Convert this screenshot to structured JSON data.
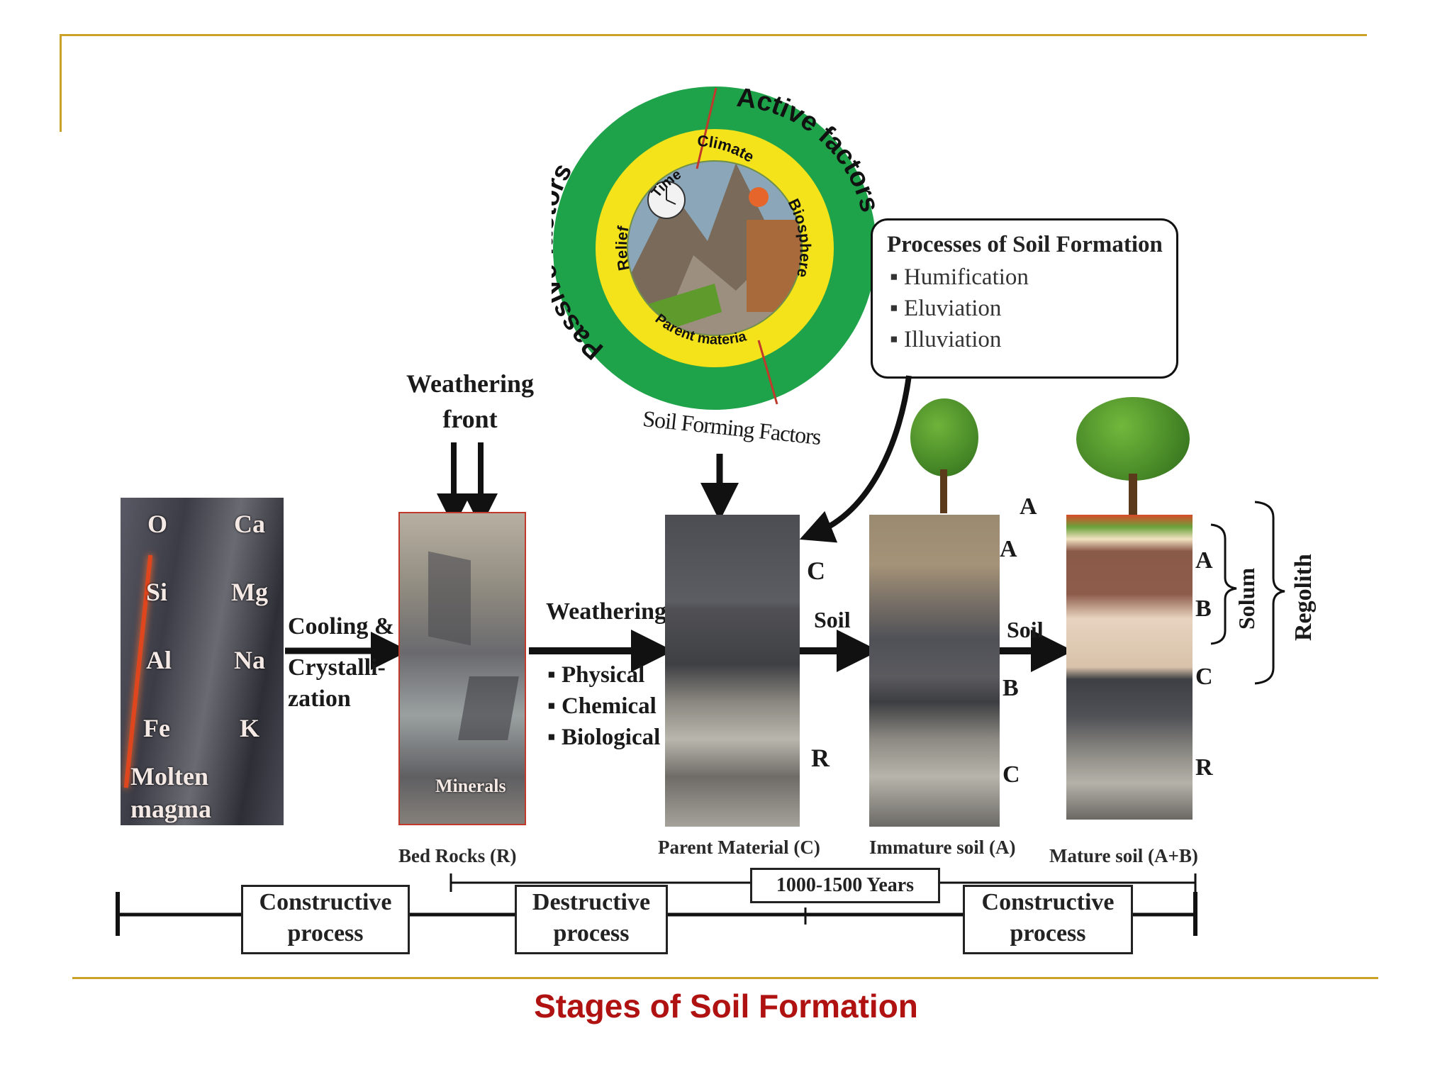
{
  "caption": "Stages of Soil Formation",
  "colors": {
    "frame_line": "#c9a227",
    "caption": "#b01212",
    "ring_green": "#1fa34a",
    "ring_yellow": "#f4e21a",
    "lava": "#e0461e"
  },
  "factors": {
    "passive_label": "Passive factors",
    "active_label": "Active factors",
    "time": "Time",
    "climate": "Climate",
    "relief": "Relief",
    "biosphere": "Biosphere",
    "parent_material": "Parent material",
    "caption": "Soil Forming Factors"
  },
  "processes_box": {
    "title": "Processes of Soil Formation",
    "items": [
      "Humification",
      "Eluviation",
      "Illuviation"
    ]
  },
  "weathering_front": [
    "Weathering",
    "front"
  ],
  "magma": {
    "elements_left": [
      "O",
      "Si",
      "Al",
      "Fe"
    ],
    "elements_right": [
      "Ca",
      "Mg",
      "Na",
      "K"
    ],
    "label": [
      "Molten",
      "magma"
    ]
  },
  "cooling": [
    "Cooling &",
    "Crystalli-",
    "zation"
  ],
  "bedrock": {
    "minerals": "Minerals",
    "caption": "Bed Rocks (R)"
  },
  "weathering": {
    "label": "Weathering",
    "types": [
      "Physical",
      "Chemical",
      "Biological"
    ]
  },
  "parent_material": {
    "caption": "Parent Material (C)",
    "horizons": [
      "C",
      "R"
    ]
  },
  "arrow_soil": "Soil",
  "immature": {
    "caption": "Immature soil (A)",
    "horizons": [
      "A",
      "A",
      "B",
      "C"
    ]
  },
  "mature": {
    "caption": "Mature soil (A+B)",
    "horizons": [
      "A",
      "B",
      "C",
      "R"
    ],
    "solum": "Solum",
    "regolith": "Regolith"
  },
  "timeline": {
    "years": "1000-1500 Years",
    "stages": [
      [
        "Constructive",
        "process"
      ],
      [
        "Destructive",
        "process"
      ],
      [
        "Constructive",
        "process"
      ]
    ]
  }
}
